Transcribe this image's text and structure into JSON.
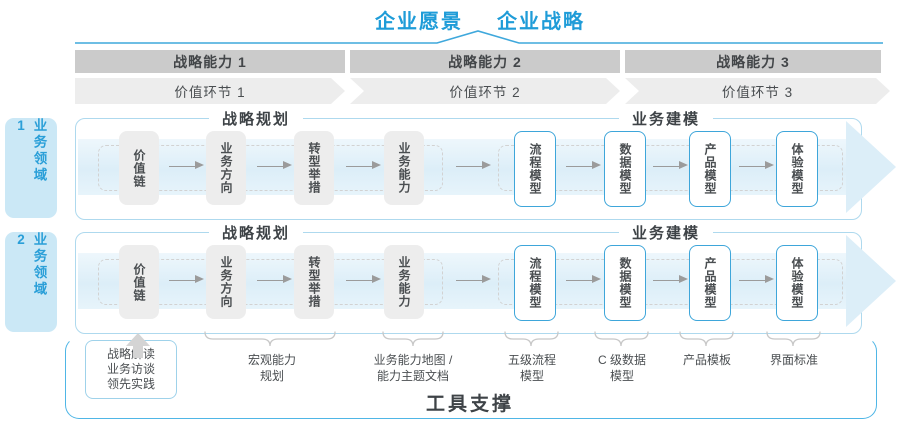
{
  "header": {
    "vision": "企业愿景",
    "strategy": "企业战略"
  },
  "strategic_capabilities": [
    "战略能力 1",
    "战略能力 2",
    "战略能力 3"
  ],
  "value_links": [
    "价值环节 1",
    "价值环节 2",
    "价值环节 3"
  ],
  "business_domains": [
    "业务领域 1",
    "业务领域 2"
  ],
  "section_titles": {
    "planning": "战略规划",
    "modeling": "业务建模"
  },
  "planning_boxes": [
    "价值链",
    "业务方向",
    "转型举措",
    "业务能力"
  ],
  "modeling_boxes": [
    "流程模型",
    "数据模型",
    "产品模型",
    "体验模型"
  ],
  "practice_box_lines": [
    "战略解读",
    "业务访谈",
    "领先实践"
  ],
  "annotation_labels": [
    {
      "line1": "宏观能力",
      "line2": "规划"
    },
    {
      "line1": "业务能力地图 /",
      "line2": "能力主题文档"
    },
    {
      "line1": "五级流程",
      "line2": "模型"
    },
    {
      "line1": "C 级数据",
      "line2": "模型"
    },
    {
      "line1": "产品模板",
      "line2": ""
    },
    {
      "line1": "界面标准",
      "line2": ""
    }
  ],
  "footer": {
    "tool_support": "工具支撑"
  },
  "colors": {
    "accent_blue": "#1f9cd8",
    "domain_fill": "#cbe8f6",
    "band_blue": "#dceef8",
    "bar_gray": "#cbcbcb",
    "chevron_gray": "#ededed",
    "box_gray": "#ededed",
    "blue_box_border": "#3ea6da",
    "row_border": "#aed9ee",
    "outer_border": "#4fb6e6",
    "text_dark": "#3f4347"
  }
}
